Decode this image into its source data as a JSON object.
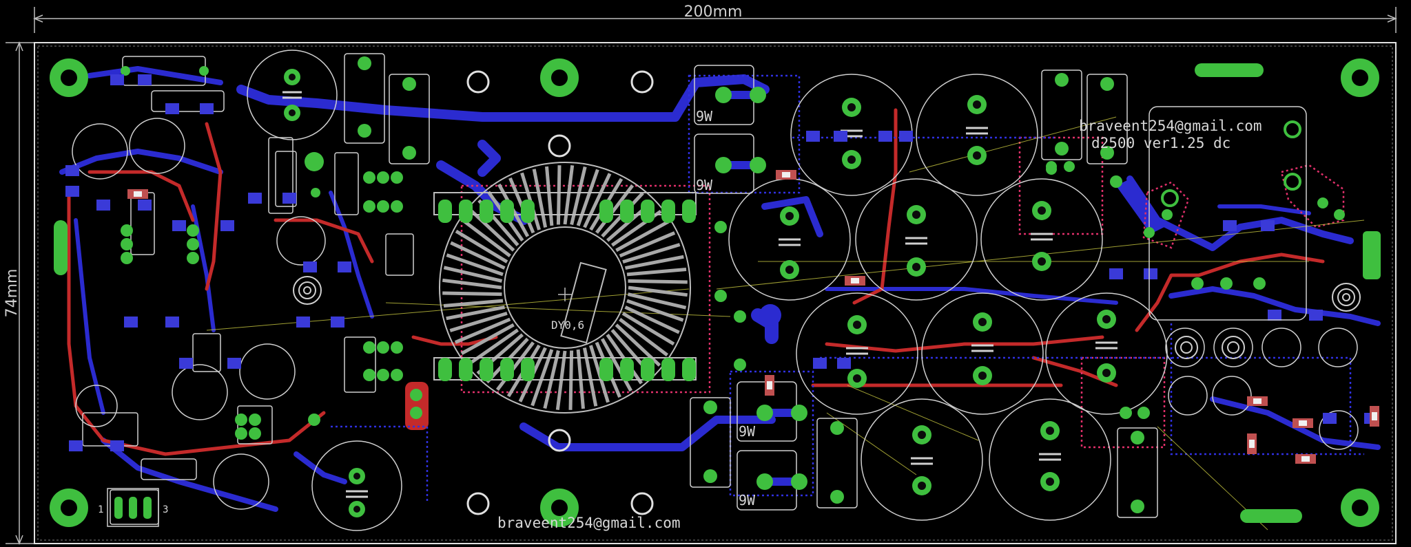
{
  "dimensions": {
    "width_label": "200mm",
    "height_label": "74mm"
  },
  "board": {
    "email_top": "braveent254@gmail.com",
    "version": "d2500 ver1.25 dc",
    "email_bottom": "braveent254@gmail.com",
    "toroid_label": "DY0,6"
  },
  "resistor_labels": {
    "r1": "9W",
    "r2": "9W",
    "r3": "9W",
    "r4": "9W"
  },
  "connector_pins": {
    "p1": "1",
    "p3": "3"
  },
  "colors": {
    "background": "#000000",
    "top_copper": "#c42a2a",
    "bottom_copper": "#2b2bd0",
    "pad": "#3fbf3f",
    "silkscreen": "#d0d0d0",
    "outline": "#e0e0e0",
    "keepout": "#e0306a",
    "airwire": "#c8c840"
  }
}
